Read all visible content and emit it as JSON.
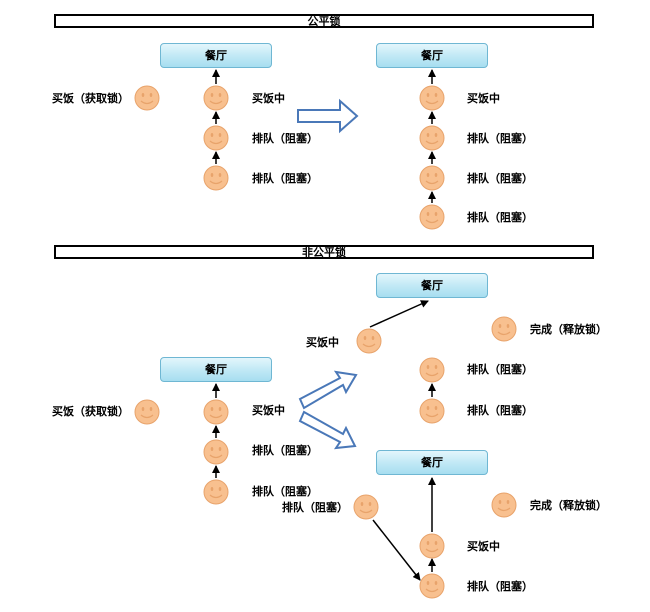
{
  "fair": {
    "title": "公平锁",
    "restaurant": "餐厅",
    "acquiring": "买饭（获取锁）",
    "eating": "买饭中",
    "queued": "排队（阻塞）"
  },
  "unfair": {
    "title": "非公平锁",
    "restaurant": "餐厅",
    "acquiring": "买饭（获取锁）",
    "eating": "买饭中",
    "queued": "排队（阻塞）",
    "done": "完成（释放锁）"
  },
  "colors": {
    "face_fill": "#f8c08f",
    "face_stroke": "#e8a36b",
    "box_fill": "#bfe8f5",
    "arrow_outline": "#4a78b8"
  }
}
